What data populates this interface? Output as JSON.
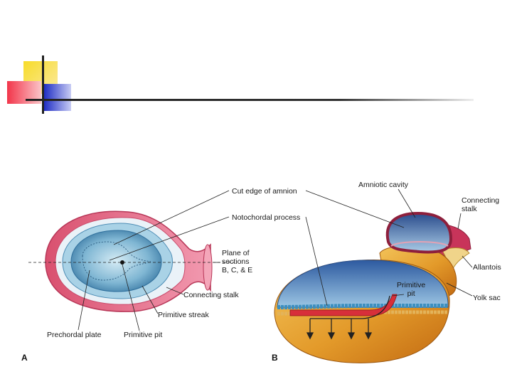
{
  "slide": {
    "decor_colors": {
      "yellow": "#f6d21b",
      "red": "#ee3a49",
      "blue": "#2a37c8",
      "rule": "#222222"
    }
  },
  "figure": {
    "labels": {
      "cut_edge_of_amnion": "Cut  edge of amnion",
      "notochordal_process": "Notochordal process",
      "plane_of_sections": [
        "Plane of",
        "sections",
        "B, C, & E"
      ],
      "connecting_stalk_a": "Connecting stalk",
      "primitive_streak": "Primitive streak",
      "prechordal_plate": "Prechordal plate",
      "primitive_pit_a": "Primitive pit",
      "amniotic_cavity": "Amniotic cavity",
      "connecting_stalk_b": [
        "Connecting",
        "stalk"
      ],
      "allantois": "Allantois",
      "yolk_sac": "Yolk sac",
      "primitive_pit_b": [
        "Primitive",
        "pit"
      ]
    },
    "panels": {
      "a": "A",
      "b": "B"
    }
  }
}
